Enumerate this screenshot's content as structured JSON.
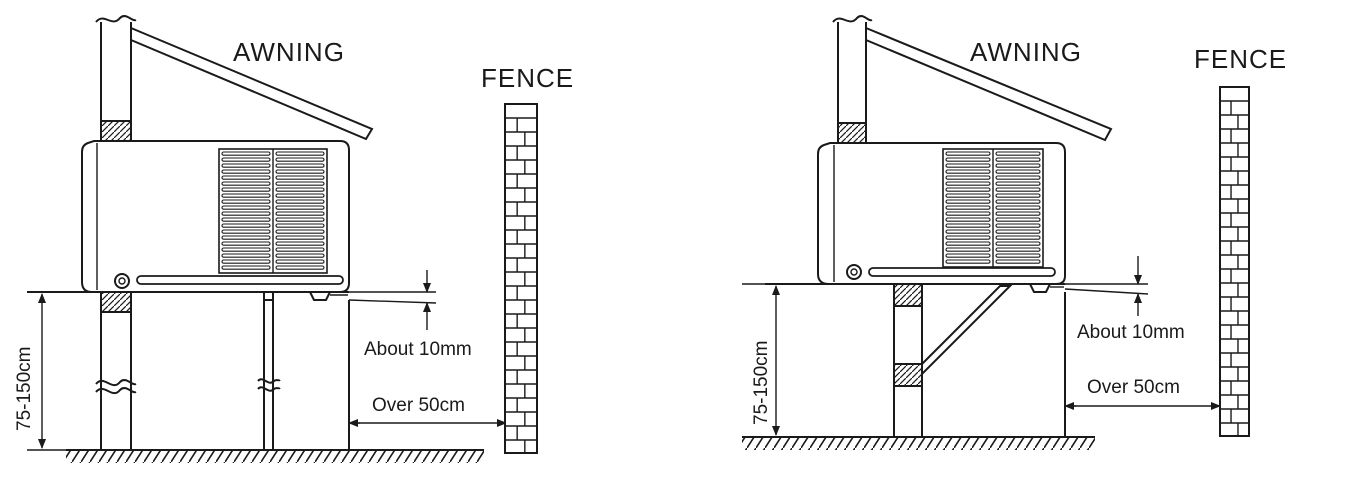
{
  "left": {
    "awning_label": "AWNING",
    "fence_label": "FENCE",
    "gap_label": "About 10mm",
    "distance_label": "Over 50cm",
    "height_label": "75-150cm"
  },
  "right": {
    "awning_label": "AWNING",
    "fence_label": "FENCE",
    "gap_label": "About 10mm",
    "distance_label": "Over 50cm",
    "height_label": "75-150cm"
  },
  "icons": [
    "brick-fence-icon",
    "ground-hatch-icon",
    "outdoor-unit-icon",
    "awning-icon",
    "wall-bracket-icon",
    "dimension-arrow-icon"
  ]
}
